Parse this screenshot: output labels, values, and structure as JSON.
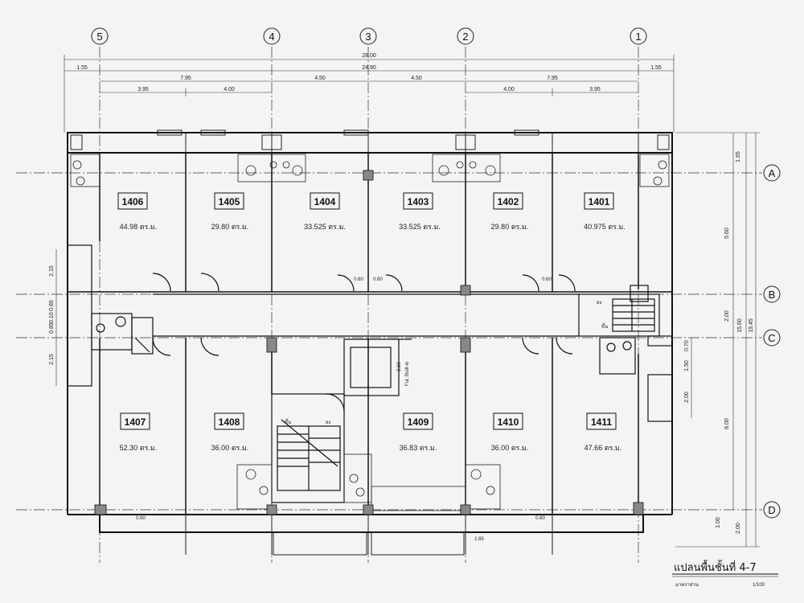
{
  "title": "แปลนพื้นชั้นที่ 4-7",
  "scale_label": "มาตราส่วน",
  "scale_value": "1/100",
  "axes_top": [
    "5",
    "4",
    "3",
    "2",
    "1"
  ],
  "axes_right": [
    "A",
    "B",
    "C",
    "D"
  ],
  "dims_top": {
    "overall": "28.00",
    "inner": "24.90",
    "edge_left": "1.55",
    "edge_right": "1.55",
    "span1": "7.95",
    "span2": "4.50",
    "span3": "4.50",
    "span4": "7.95",
    "sub1": "3.95",
    "sub2": "4.00",
    "sub3": "4.00",
    "sub4": "3.95"
  },
  "dims_right": {
    "d1": "1.65",
    "d2": "5.60",
    "d3": "2.00",
    "d4": "8.00",
    "d5": "2.00",
    "total1": "15.60",
    "total2": "19.45",
    "d6": "1.00",
    "d7": "0.70",
    "d8": "1.50",
    "d9": "2.00"
  },
  "dims_left": {
    "l1": "2.15",
    "l2": "0.85",
    "l3": "0.10",
    "l4": "0.85",
    "l5": "2.15"
  },
  "misc_labels": {
    "door_a": "0.60",
    "door_b": "0.60",
    "door_c": "0.60",
    "door_d": "0.60",
    "door_e": "0.60",
    "builtin": "Fur. Built-in",
    "builtin_dim": "2.60",
    "stair_up": "ขึ้น",
    "stair_down": "ลง",
    "stair2_up": "ลง",
    "stair2_down": "ขึ้น",
    "bottom_dim": "1.85"
  },
  "units": [
    {
      "no": "1406",
      "area": "44.98 ตร.ม."
    },
    {
      "no": "1405",
      "area": "29.80 ตร.ม."
    },
    {
      "no": "1404",
      "area": "33.525 ตร.ม."
    },
    {
      "no": "1403",
      "area": "33.525 ตร.ม."
    },
    {
      "no": "1402",
      "area": "29.80 ตร.ม."
    },
    {
      "no": "1401",
      "area": "40.975 ตร.ม."
    },
    {
      "no": "1407",
      "area": "52.30 ตร.ม."
    },
    {
      "no": "1408",
      "area": "36.00 ตร.ม."
    },
    {
      "no": "1409",
      "area": "36.83 ตร.ม."
    },
    {
      "no": "1410",
      "area": "36.00 ตร.ม."
    },
    {
      "no": "1411",
      "area": "47.66 ตร.ม."
    }
  ]
}
